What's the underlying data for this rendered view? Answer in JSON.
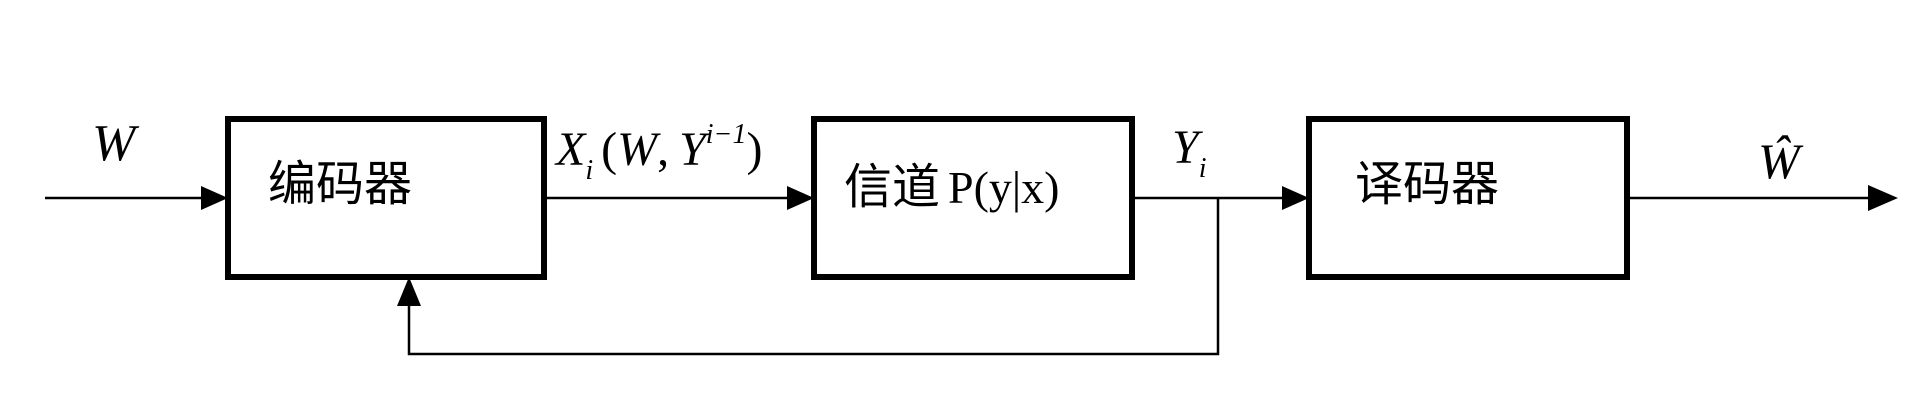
{
  "diagram": {
    "input_label": "W",
    "output_label": "Ŵ",
    "blocks": {
      "encoder": {
        "label": "编码器"
      },
      "channel": {
        "label_cjk": "信道",
        "label_expr": "P(y|x)"
      },
      "decoder": {
        "label": "译码器"
      }
    },
    "signals": {
      "encoder_output": {
        "var": "X",
        "sub": "i",
        "open_paren": "(",
        "arg1": "W",
        "comma": ",",
        "arg2": "Y",
        "sup": "i−1",
        "close_paren": ")"
      },
      "channel_output": {
        "var": "Y",
        "sub": "i"
      }
    }
  }
}
